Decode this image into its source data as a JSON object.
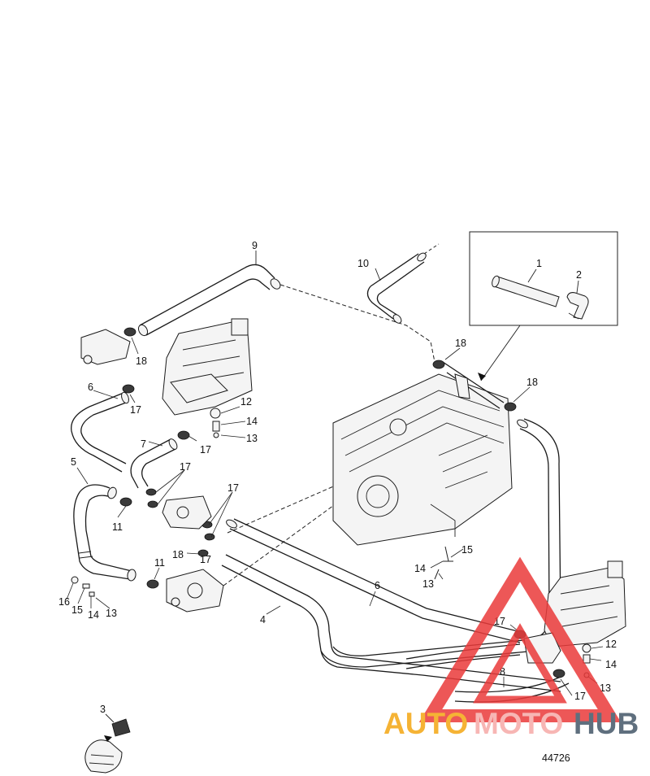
{
  "callouts": [
    {
      "id": "c1",
      "text": "1"
    },
    {
      "id": "c2",
      "text": "2"
    },
    {
      "id": "c3",
      "text": "3"
    },
    {
      "id": "c4",
      "text": "4"
    },
    {
      "id": "c5",
      "text": "5"
    },
    {
      "id": "c6a",
      "text": "6"
    },
    {
      "id": "c6b",
      "text": "6"
    },
    {
      "id": "c7",
      "text": "7"
    },
    {
      "id": "c8",
      "text": "8"
    },
    {
      "id": "c9",
      "text": "9"
    },
    {
      "id": "c10",
      "text": "10"
    },
    {
      "id": "c11a",
      "text": "11"
    },
    {
      "id": "c11b",
      "text": "11"
    },
    {
      "id": "c12a",
      "text": "12"
    },
    {
      "id": "c12b",
      "text": "12"
    },
    {
      "id": "c13a",
      "text": "13"
    },
    {
      "id": "c13b",
      "text": "13"
    },
    {
      "id": "c13c",
      "text": "13"
    },
    {
      "id": "c13d",
      "text": "13"
    },
    {
      "id": "c14a",
      "text": "14"
    },
    {
      "id": "c14b",
      "text": "14"
    },
    {
      "id": "c14c",
      "text": "14"
    },
    {
      "id": "c14d",
      "text": "14"
    },
    {
      "id": "c15a",
      "text": "15"
    },
    {
      "id": "c15b",
      "text": "15"
    },
    {
      "id": "c16",
      "text": "16"
    },
    {
      "id": "c17a",
      "text": "17"
    },
    {
      "id": "c17b",
      "text": "17"
    },
    {
      "id": "c17c",
      "text": "17"
    },
    {
      "id": "c17d",
      "text": "17"
    },
    {
      "id": "c17e",
      "text": "17"
    },
    {
      "id": "c17f",
      "text": "17"
    },
    {
      "id": "c17g",
      "text": "17"
    },
    {
      "id": "c18a",
      "text": "18"
    },
    {
      "id": "c18b",
      "text": "18"
    },
    {
      "id": "c18c",
      "text": "18"
    },
    {
      "id": "c18d",
      "text": "18"
    }
  ],
  "figure_number": "44726",
  "watermark": {
    "part_auto": "AUTO",
    "part_moto": "MOTO",
    "part_hub": "HUB",
    "color_auto": "#f5b335",
    "color_moto": "#f7b6b4",
    "color_hub": "#5f6f7e",
    "triangle_color": "#ea3a3a"
  }
}
